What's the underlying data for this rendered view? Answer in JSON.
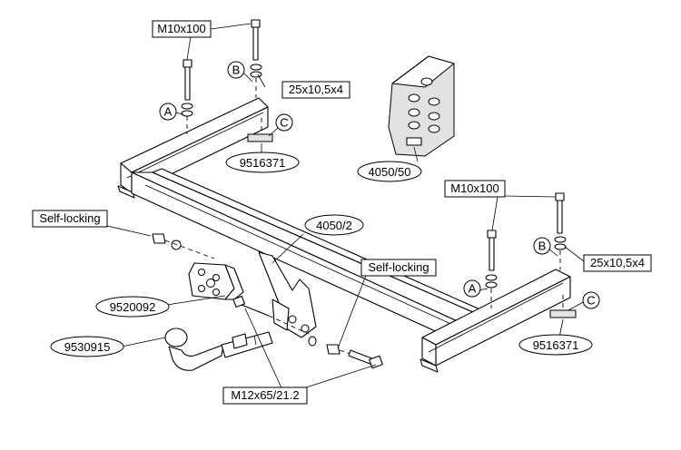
{
  "labels": {
    "bolt_top_left": "M10x100",
    "washer_top_left": "25x10,5x4",
    "plate_left": "9516371",
    "kit_box": "4050/50",
    "bolt_top_right": "M10x100",
    "washer_right": "25x10,5x4",
    "plate_right": "9516371",
    "frame": "4050/2",
    "nut_left": "Self-locking",
    "nut_right": "Self-locking",
    "socket_plate": "9520092",
    "tow_ball": "9530915",
    "bolt_bottom": "M12x65/21.2"
  },
  "callouts": {
    "a_left": "A",
    "b_left": "B",
    "c_left": "C",
    "a_right": "A",
    "b_right": "B",
    "c_right": "C"
  }
}
